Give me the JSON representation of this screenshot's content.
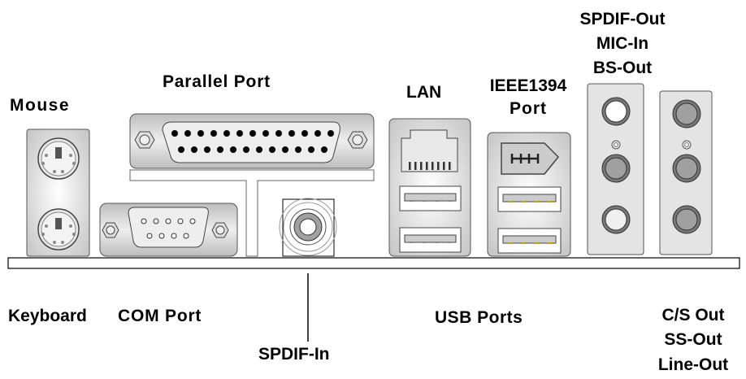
{
  "labels": {
    "mouse": "Mouse",
    "parallel_port": "Parallel Port",
    "lan": "LAN",
    "ieee1394_line1": "IEEE1394",
    "ieee1394_line2": "Port",
    "spdif_out": "SPDIF-Out",
    "mic_in": "MIC-In",
    "bs_out": "BS-Out",
    "keyboard": "Keyboard",
    "com_port": "COM Port",
    "spdif_in": "SPDIF-In",
    "usb_ports": "USB Ports",
    "cs_out": "C/S Out",
    "ss_out": "SS-Out",
    "line_out": "Line-Out"
  },
  "colors": {
    "panel": "#cfcfcf",
    "jack": "#a0a0a0",
    "usb_pin": "#c8a000"
  }
}
